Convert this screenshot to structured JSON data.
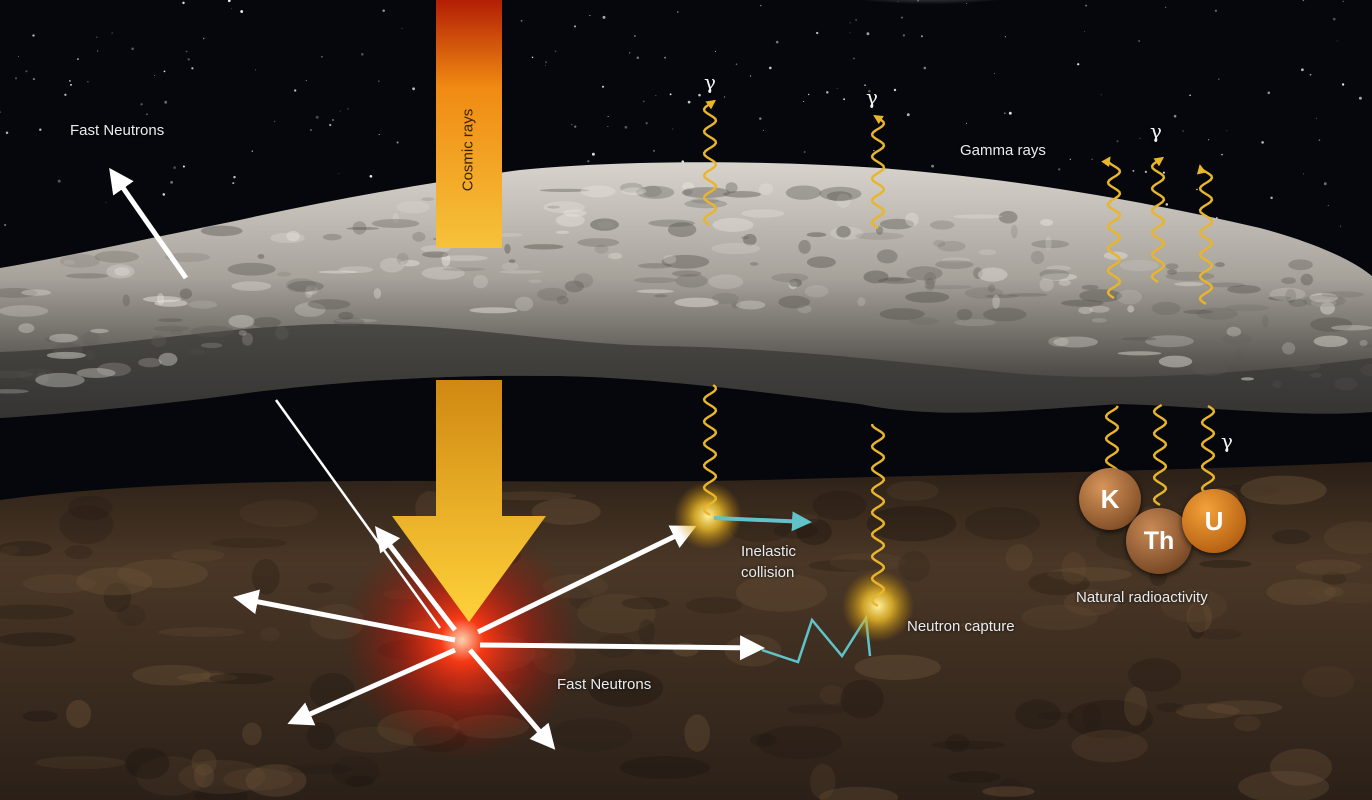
{
  "labels": {
    "cosmic_rays": "Cosmic rays",
    "fast_neutrons_top": "Fast Neutrons",
    "gamma_rays": "Gamma rays",
    "gamma_symbol": "γ",
    "inelastic_collision_line1": "Inelastic",
    "inelastic_collision_line2": "collision",
    "neutron_capture": "Neutron capture",
    "natural_radioactivity": "Natural radioactivity",
    "fast_neutrons_bottom": "Fast Neutrons"
  },
  "elements": {
    "potassium": "K",
    "thorium": "Th",
    "uranium": "U"
  },
  "colors": {
    "space": "#05070c",
    "surface": "#9a9691",
    "subsurface": "#3a2a1d",
    "cosmic_ray": "#f2b21c",
    "gamma_wave": "#e9b52a",
    "neutron_arrow": "#ffffff",
    "inelastic_arrow": "#5fc3c9",
    "impact_glow": "#ff2a10",
    "element_ball": "#b7702e",
    "uranium_ball": "#e07a14"
  }
}
